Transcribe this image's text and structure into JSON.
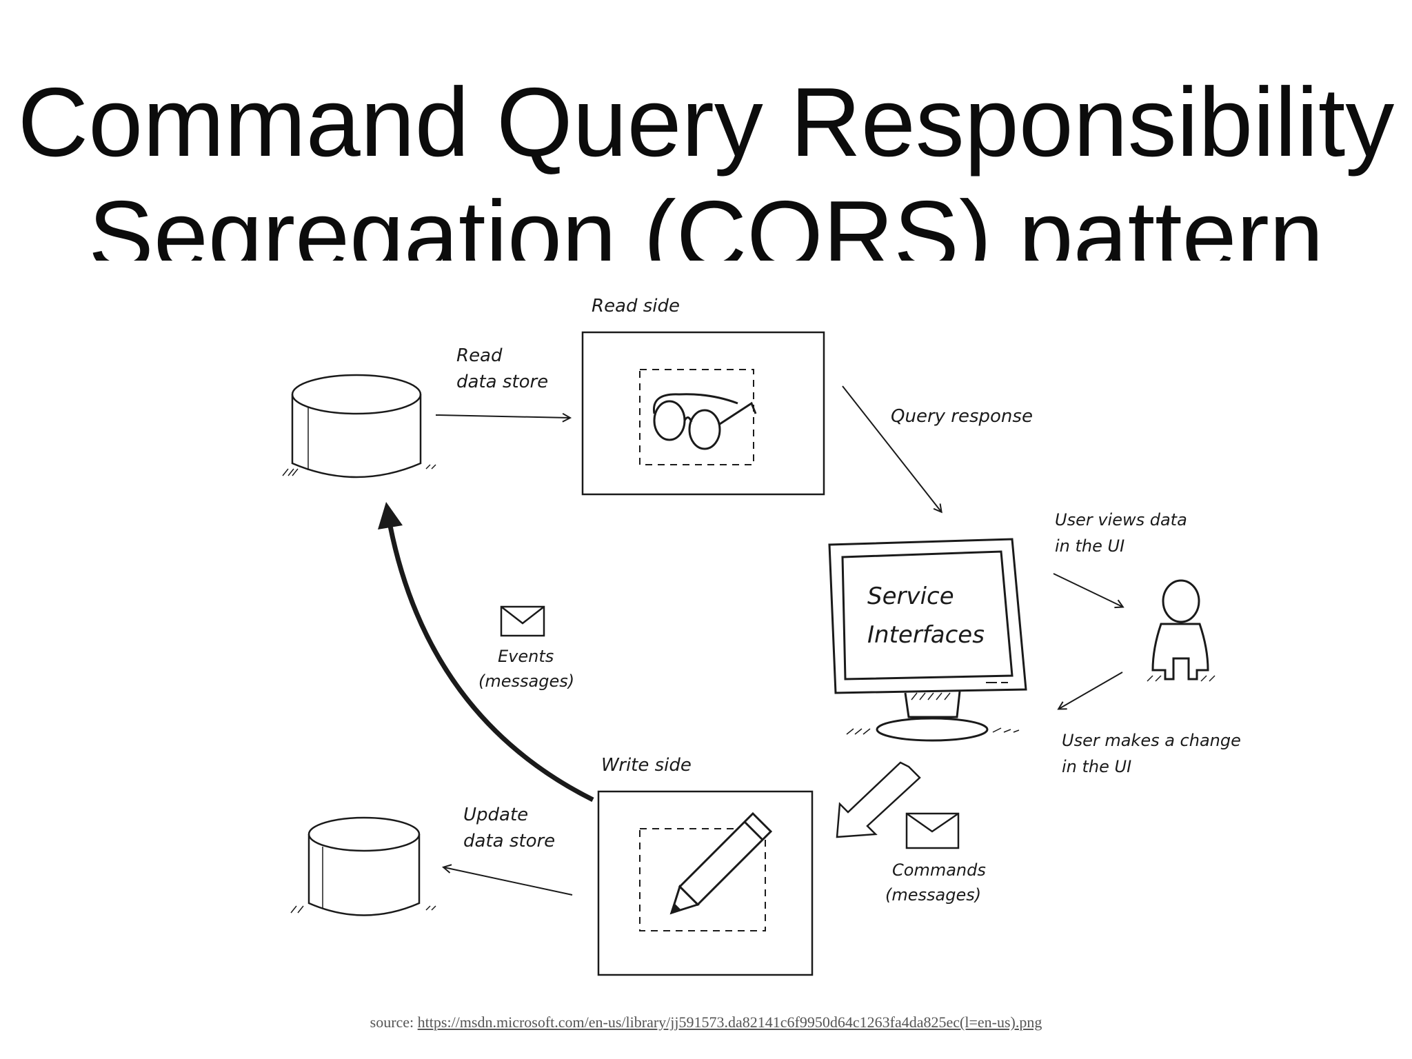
{
  "slide": {
    "title_line1": "Command Query Responsibility",
    "title_line2": "Segregation (CQRS) pattern"
  },
  "diagram": {
    "read_side_label": "Read side",
    "write_side_label": "Write side",
    "read_data_store_line1": "Read",
    "read_data_store_line2": "data store",
    "query_response": "Query response",
    "service_line1": "Service",
    "service_line2": "Interfaces",
    "user_views_line1": "User views data",
    "user_views_line2": "in the UI",
    "user_change_line1": "User makes a change",
    "user_change_line2": "in the UI",
    "events_line1": "Events",
    "events_line2": "(messages)",
    "update_store_line1": "Update",
    "update_store_line2": "data store",
    "commands_line1": "Commands",
    "commands_line2": "(messages)"
  },
  "footer": {
    "source_prefix": "source: ",
    "source_url": "https://msdn.microsoft.com/en-us/library/jj591573.da82141c6f9950d64c1263fa4da825ec(l=en-us).png"
  }
}
